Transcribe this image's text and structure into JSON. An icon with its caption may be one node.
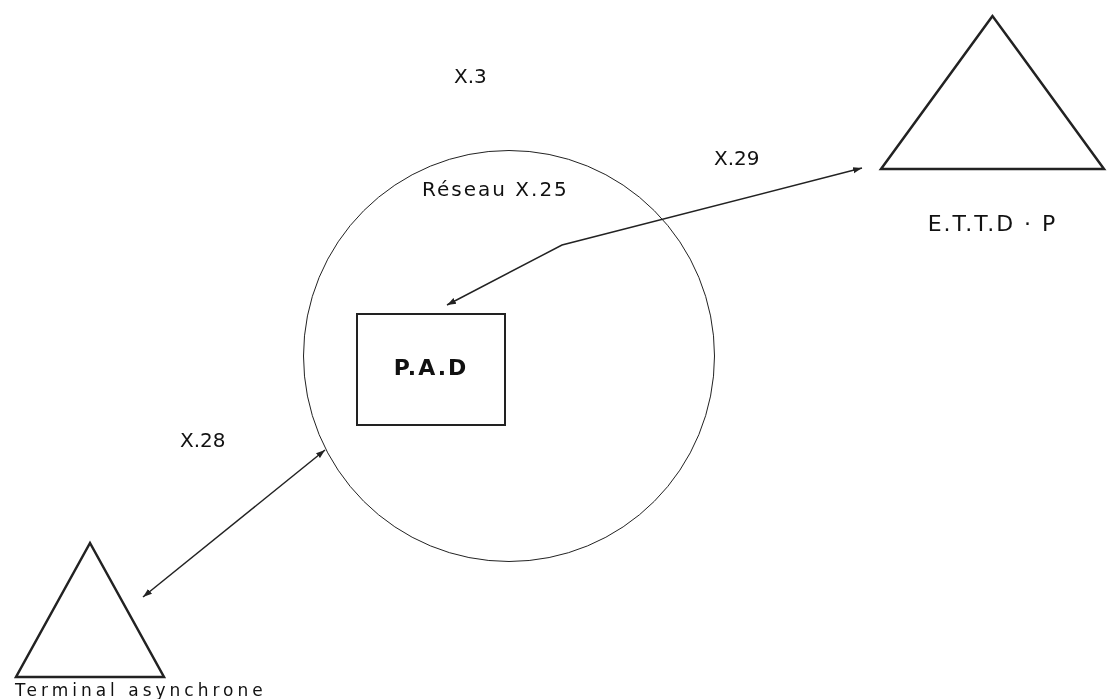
{
  "diagram": {
    "nodes": [
      {
        "text": [
          "Réseau X.25"
        ]
      },
      {
        "text": [
          "P.A.D"
        ],
        "in": 0
      },
      {
        "text": [
          "E.T.T.D · P"
        ]
      },
      {
        "text": [
          "Terminal asynchrone"
        ]
      }
    ],
    "edges": [
      {
        "from": 2,
        "to": 1,
        "arrow": "both",
        "label": "X.29"
      },
      {
        "from": 3,
        "to": 0,
        "arrow": "both",
        "label": "X.28"
      }
    ],
    "labels": [
      "X.3"
    ]
  }
}
